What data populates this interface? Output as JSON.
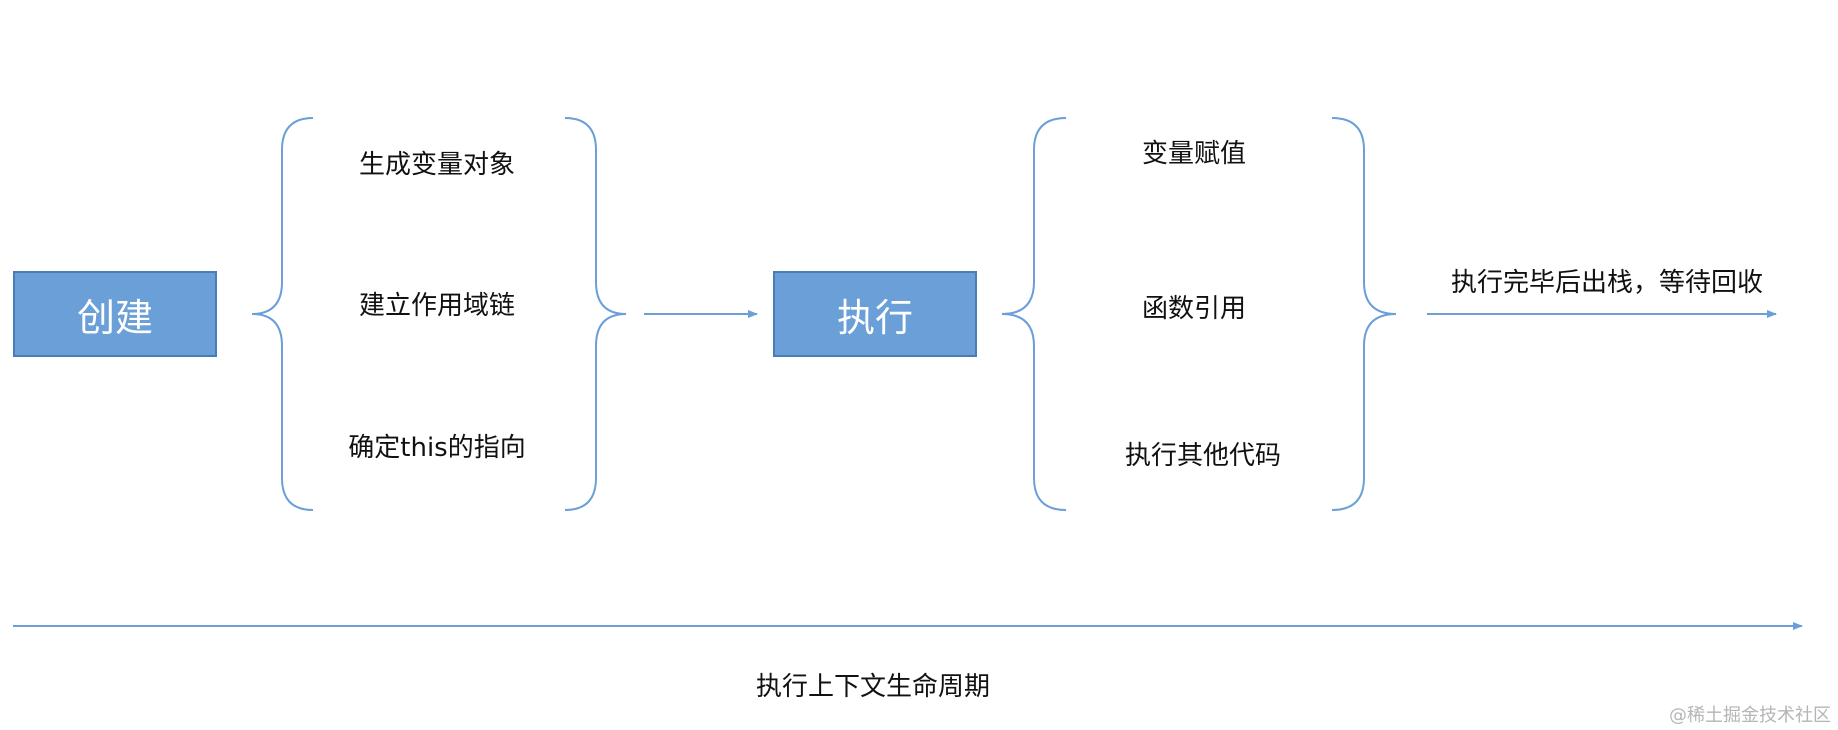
{
  "phases": [
    {
      "label": "创建",
      "items": [
        "生成变量对象",
        "建立作用域链",
        "确定this的指向"
      ]
    },
    {
      "label": "执行",
      "items": [
        "变量赋值",
        "函数引用",
        "执行其他代码"
      ]
    }
  ],
  "completion_label": "执行完毕后出栈，等待回收",
  "timeline_label": "执行上下文生命周期",
  "watermark": "@稀土掘金技术社区",
  "colors": {
    "box_fill": "#6a9fd8",
    "box_border": "#4a7db8",
    "line": "#6a9fd8",
    "text": "#111111"
  }
}
